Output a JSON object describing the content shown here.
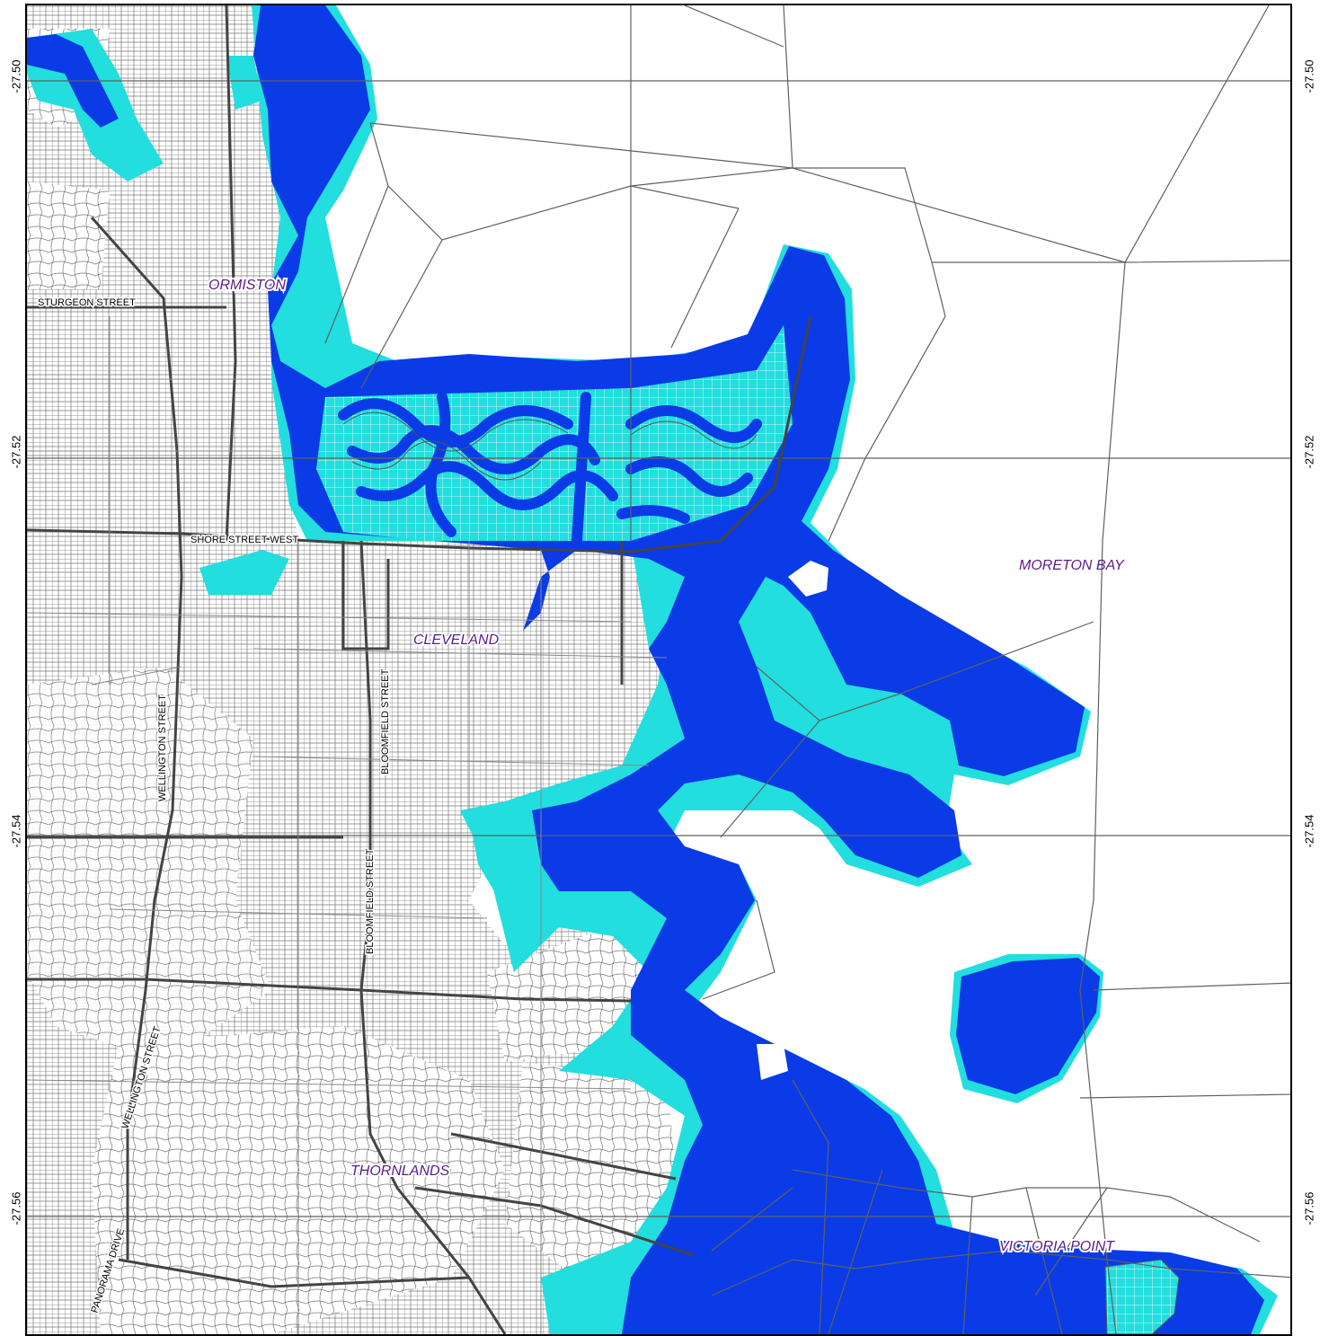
{
  "map": {
    "latitude_labels": [
      "-27.50",
      "-27.52",
      "-27.54",
      "-27.56"
    ],
    "place_labels": {
      "ormiston": "ORMISTON",
      "cleveland": "CLEVELAND",
      "thornlands": "THORNLANDS",
      "victoria_point": "VICTORIA POINT",
      "moreton_bay": "MORETON BAY"
    },
    "street_labels": {
      "sturgeon": "STURGEON STREET",
      "shore_west": "SHORE STREET WEST",
      "wellington_north": "WELLINGTON STREET",
      "wellington_south": "WELLINGTON STREET",
      "bloomfield_a": "BLOOMFIELD STREET",
      "bloomfield_b": "BLOOMFIELD STREET",
      "panorama": "PANORAMA DRIVE"
    },
    "colors": {
      "deep_flood": "#0a3be6",
      "shallow_flood": "#22dede",
      "roads": "#444444",
      "mesh": "#606060",
      "place_text": "#5b1a8a"
    }
  }
}
